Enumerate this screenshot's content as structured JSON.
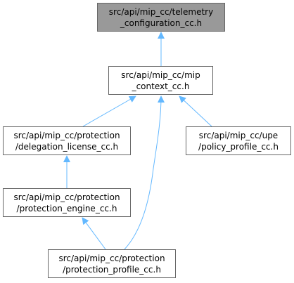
{
  "colors": {
    "edge": "#63b8ff",
    "border": "#666666",
    "root_fill": "#999999",
    "node_fill": "#ffffff"
  },
  "nodes": {
    "telemetry": [
      "src/api/mip_cc/telemetry",
      "_configuration_cc.h"
    ],
    "context": [
      "src/api/mip_cc/mip",
      "_context_cc.h"
    ],
    "delegation": [
      "src/api/mip_cc/protection",
      "/delegation_license_cc.h"
    ],
    "policy": [
      "src/api/mip_cc/upe",
      "/policy_profile_cc.h"
    ],
    "engine": [
      "src/api/mip_cc/protection",
      "/protection_engine_cc.h"
    ],
    "profile": [
      "src/api/mip_cc/protection",
      "/protection_profile_cc.h"
    ]
  },
  "edges": [
    {
      "from": "context",
      "to": "telemetry"
    },
    {
      "from": "delegation",
      "to": "context"
    },
    {
      "from": "policy",
      "to": "context"
    },
    {
      "from": "profile",
      "to": "context"
    },
    {
      "from": "engine",
      "to": "delegation"
    },
    {
      "from": "profile",
      "to": "engine"
    }
  ]
}
